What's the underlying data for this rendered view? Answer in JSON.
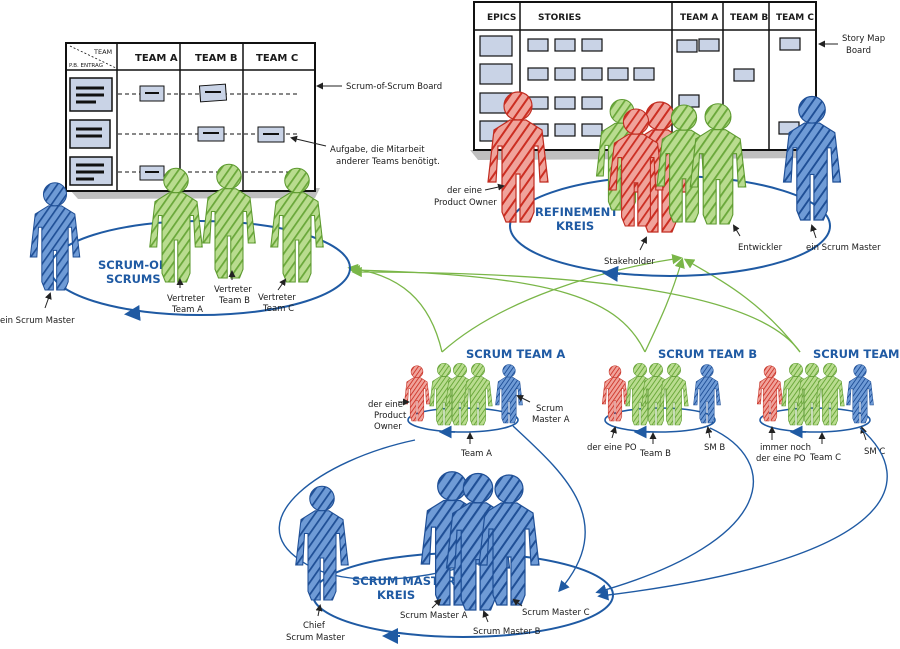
{
  "scrum_of_scrum_board": {
    "caption": "Scrum-of-Scrum Board",
    "corner_team": "TEAM",
    "corner_entry": "P.B. ENTRAG",
    "columns": [
      "TEAM A",
      "TEAM B",
      "TEAM C"
    ],
    "note": [
      "Aufgabe, die Mitarbeit",
      "anderer Teams benötigt."
    ]
  },
  "story_map_board": {
    "caption": [
      "Story Map",
      "Board"
    ],
    "columns": [
      "EPICS",
      "STORIES",
      "TEAM A",
      "TEAM B",
      "TEAM C"
    ]
  },
  "circles": {
    "scrum_of_scrums": [
      "SCRUM-OF-",
      "SCRUMS"
    ],
    "refinement": [
      "REFINEMENT",
      "KREIS"
    ],
    "scrum_master": [
      "SCRUM MASTER",
      "KREIS"
    ]
  },
  "sos_labels": {
    "scrum_master": "ein Scrum Master",
    "rep_a": [
      "Vertreter",
      "Team A"
    ],
    "rep_b": [
      "Vertreter",
      "Team B"
    ],
    "rep_c": [
      "Vertreter",
      "Team C"
    ]
  },
  "refinement_labels": {
    "product_owner": [
      "der eine",
      "Product Owner"
    ],
    "stakeholder": "Stakeholder",
    "developer": "Entwickler",
    "scrum_master": "ein Scrum Master"
  },
  "teams": [
    {
      "title": "SCRUM TEAM A",
      "label": "Team A",
      "po": [
        "der eine",
        "Product",
        "Owner"
      ],
      "sm": [
        "Scrum",
        "Master A"
      ]
    },
    {
      "title": "SCRUM TEAM B",
      "label": "Team B",
      "po": [
        "der eine PO"
      ],
      "sm": [
        "SM B"
      ]
    },
    {
      "title": "SCRUM TEAM C",
      "label": "Team C",
      "po": [
        "immer noch",
        "der eine PO"
      ],
      "sm": [
        "SM C"
      ]
    }
  ],
  "sm_circle_labels": {
    "chief": [
      "Chief",
      "Scrum Master"
    ],
    "sm_a": "Scrum Master A",
    "sm_b": "Scrum Master B",
    "sm_c": "Scrum Master C"
  },
  "colors": {
    "blue": "#1f5aa3",
    "green": "#7ab648",
    "red": "#d23a2e",
    "card": "#c9d3e6"
  }
}
